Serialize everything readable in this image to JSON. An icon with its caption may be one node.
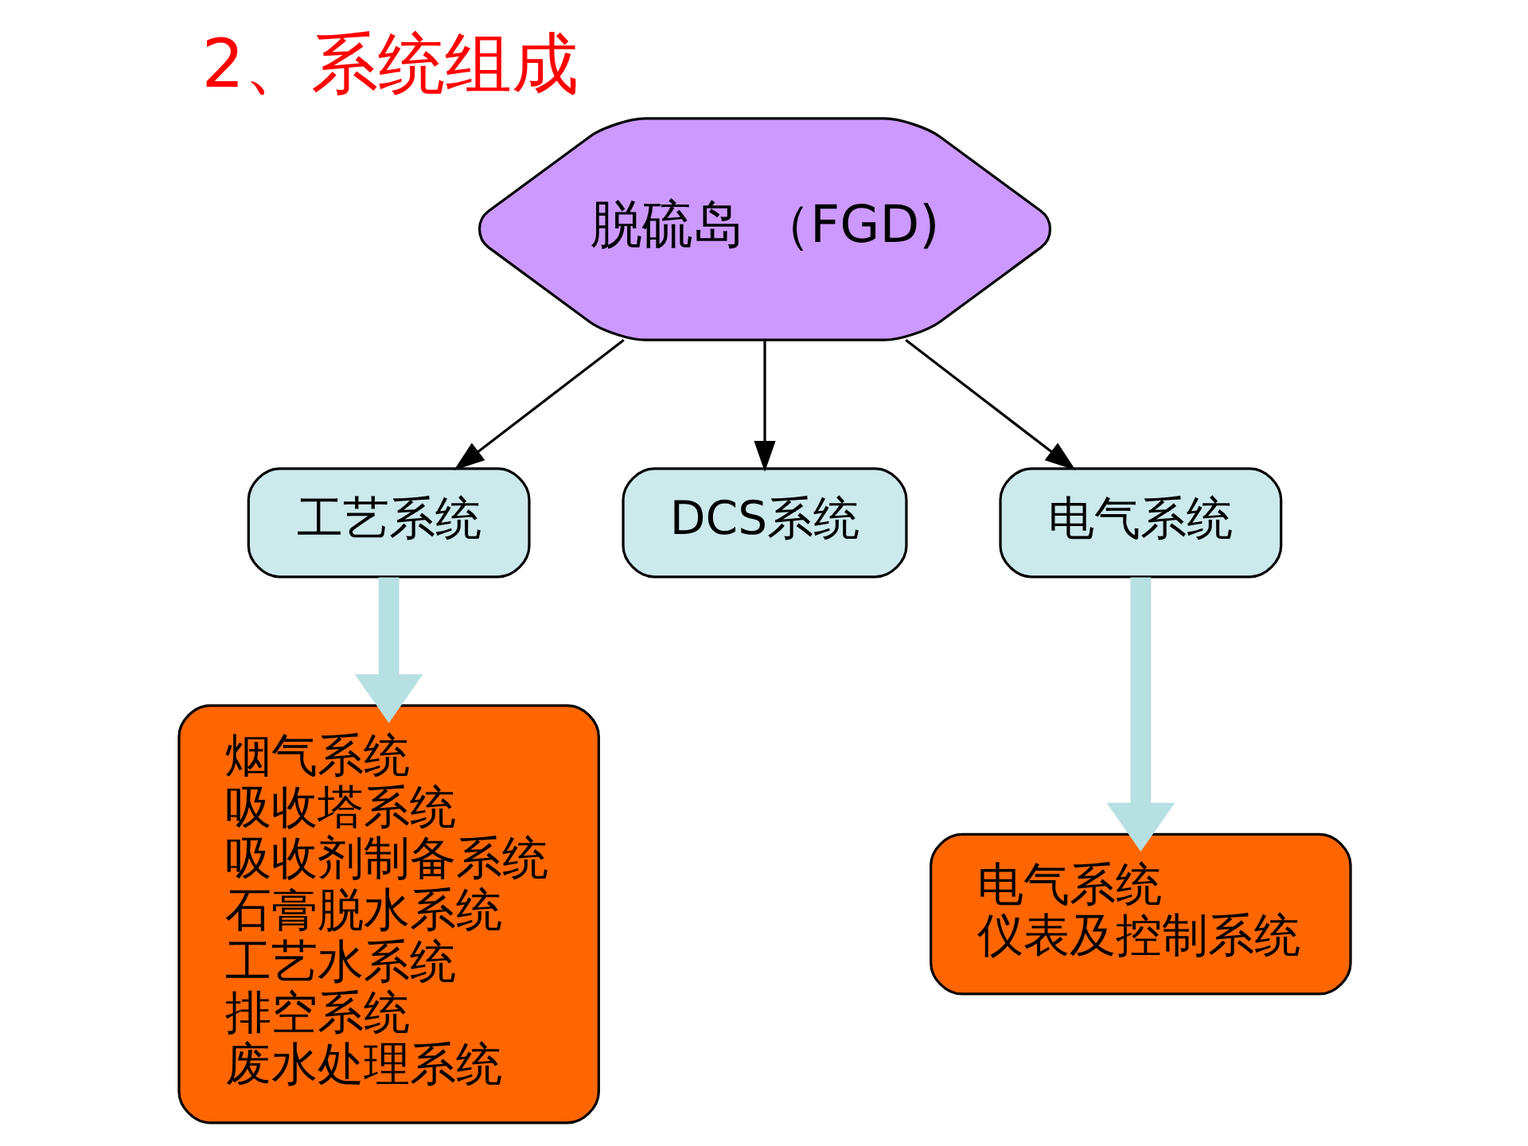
{
  "diagram": {
    "title": "2、系统组成",
    "nodes": [
      {
        "text": [
          "脱硫岛 （FGD)"
        ]
      },
      {
        "text": [
          "工艺系统"
        ]
      },
      {
        "text": [
          "DCS系统"
        ]
      },
      {
        "text": [
          "电气系统"
        ]
      },
      {
        "text": [
          "烟气系统",
          "吸收塔系统",
          "吸收剂制备系统",
          "石膏脱水系统",
          "工艺水系统",
          "排空系统",
          "废水处理系统"
        ]
      },
      {
        "text": [
          "电气系统",
          "仪表及控制系统"
        ]
      }
    ],
    "edges": [
      {
        "from": 0,
        "to": 1,
        "arrow": "to"
      },
      {
        "from": 0,
        "to": 2,
        "arrow": "to"
      },
      {
        "from": 0,
        "to": 3,
        "arrow": "to"
      },
      {
        "from": 1,
        "to": 4,
        "arrow": "to",
        "style": "thick",
        "color": "#b7e0e3"
      },
      {
        "from": 3,
        "to": 5,
        "arrow": "to",
        "style": "thick",
        "color": "#b7e0e3"
      }
    ]
  }
}
